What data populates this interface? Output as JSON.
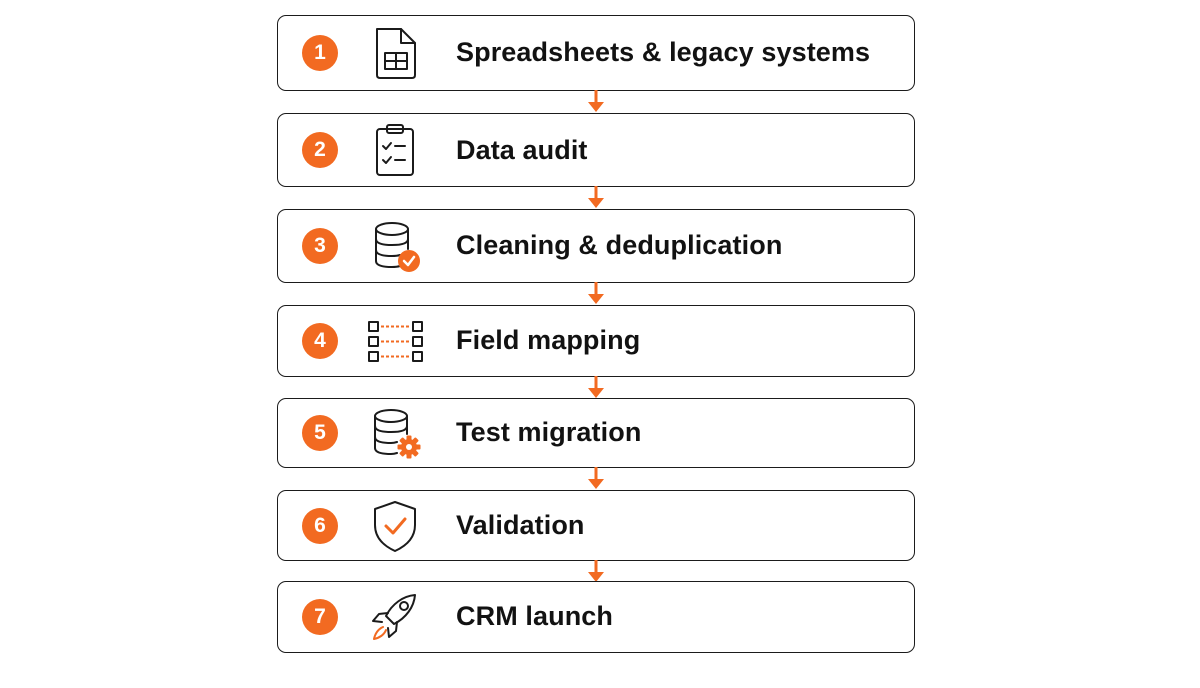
{
  "colors": {
    "accent": "#f26a21",
    "stroke": "#1b1b1b",
    "text": "#121212",
    "background": "#ffffff"
  },
  "steps": [
    {
      "number": "1",
      "label": "Spreadsheets & legacy systems",
      "icon": "spreadsheet-file-icon"
    },
    {
      "number": "2",
      "label": "Data audit",
      "icon": "clipboard-checklist-icon"
    },
    {
      "number": "3",
      "label": "Cleaning & deduplication",
      "icon": "database-check-icon"
    },
    {
      "number": "4",
      "label": "Field mapping",
      "icon": "field-mapping-icon"
    },
    {
      "number": "5",
      "label": "Test migration",
      "icon": "database-gear-icon"
    },
    {
      "number": "6",
      "label": "Validation",
      "icon": "shield-check-icon"
    },
    {
      "number": "7",
      "label": "CRM launch",
      "icon": "rocket-icon"
    }
  ]
}
